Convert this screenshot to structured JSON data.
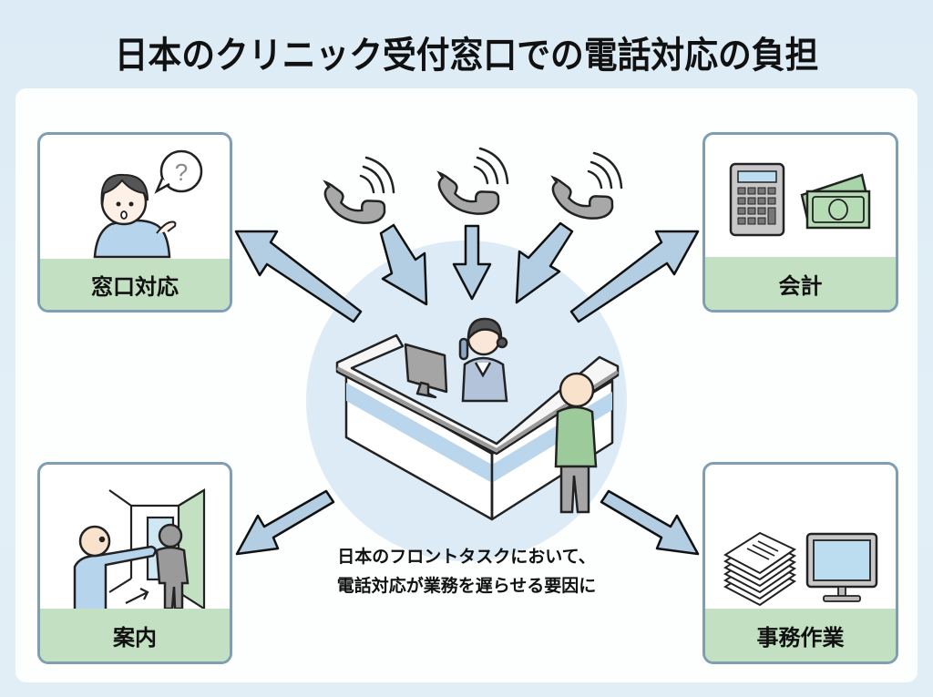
{
  "title": "日本のクリニック受付窓口での電話対応の負担",
  "colors": {
    "background": "#dcebf5",
    "panel": "#fdfefe",
    "card_border": "#7f9db3",
    "label_band": "#c3e1c2",
    "arrow_fill": "#b3cde3",
    "circle": "#dcebf6",
    "phone": "#a8a8a8"
  },
  "cards": {
    "top_left": {
      "label": "窓口対応",
      "icon": "person-question-icon"
    },
    "top_right": {
      "label": "会計",
      "icon": "calculator-money-icon"
    },
    "bottom_left": {
      "label": "案内",
      "icon": "guiding-person-icon"
    },
    "bottom_right": {
      "label": "事務作業",
      "icon": "papers-computer-icon"
    }
  },
  "center": {
    "phones": [
      "ringing-phone-icon",
      "ringing-phone-icon",
      "ringing-phone-icon"
    ],
    "scene": "reception-desk-illustration"
  },
  "caption": {
    "line1": "日本のフロントタスクにおいて、",
    "line2": "電話対応が業務を遅らせる要因に"
  }
}
